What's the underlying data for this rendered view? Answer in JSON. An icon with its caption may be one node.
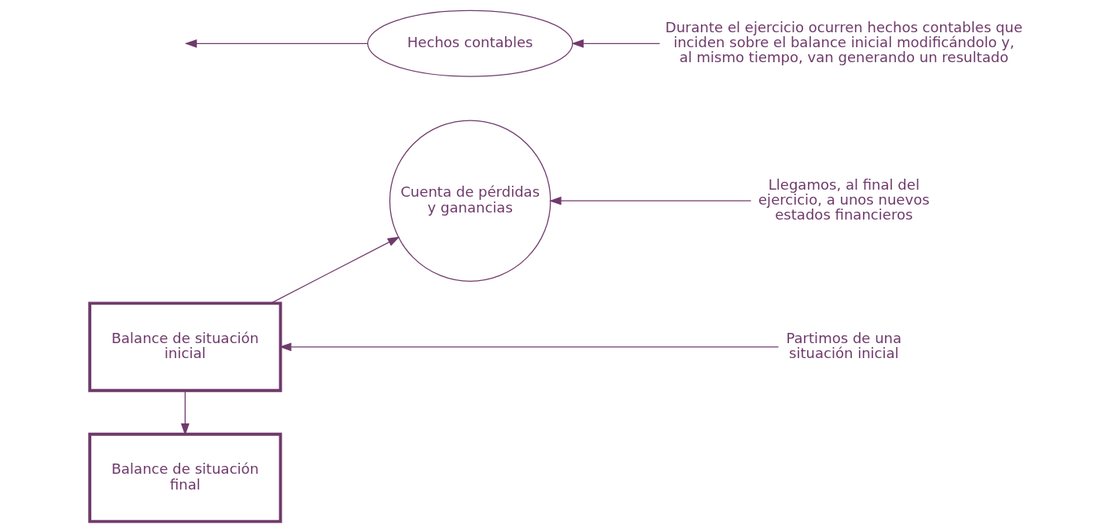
{
  "diagram": {
    "nodes": [
      {
        "text": [
          "Balance de situación inicial"
        ]
      },
      {
        "text": [
          "Partimos de una situación inicial"
        ]
      },
      {
        "text": [
          "Hechos contables"
        ]
      },
      {
        "text": [
          "Durante el ejercicio ocurren hechos contables que inciden sobre el balance inicial modificándolo y, al mismo tiempo, van generando un resultado"
        ]
      },
      {
        "text": [
          "Cuenta de pérdidas y ganancias"
        ]
      },
      {
        "text": [
          "Llegamos, al final del ejercicio, a unos nuevos estados financieros"
        ]
      },
      {
        "text": [
          "Balance de situación final"
        ]
      }
    ],
    "edges": [
      {
        "from": 1,
        "to": 0,
        "arrow": "to"
      },
      {
        "from": 0,
        "to": 6,
        "arrow": "to"
      },
      {
        "from": 2,
        "to": null,
        "arrow": "to"
      },
      {
        "from": 3,
        "to": 2,
        "arrow": "to"
      },
      {
        "from": 0,
        "to": 4,
        "arrow": "to"
      },
      {
        "from": 5,
        "to": 4,
        "arrow": "to"
      }
    ]
  }
}
